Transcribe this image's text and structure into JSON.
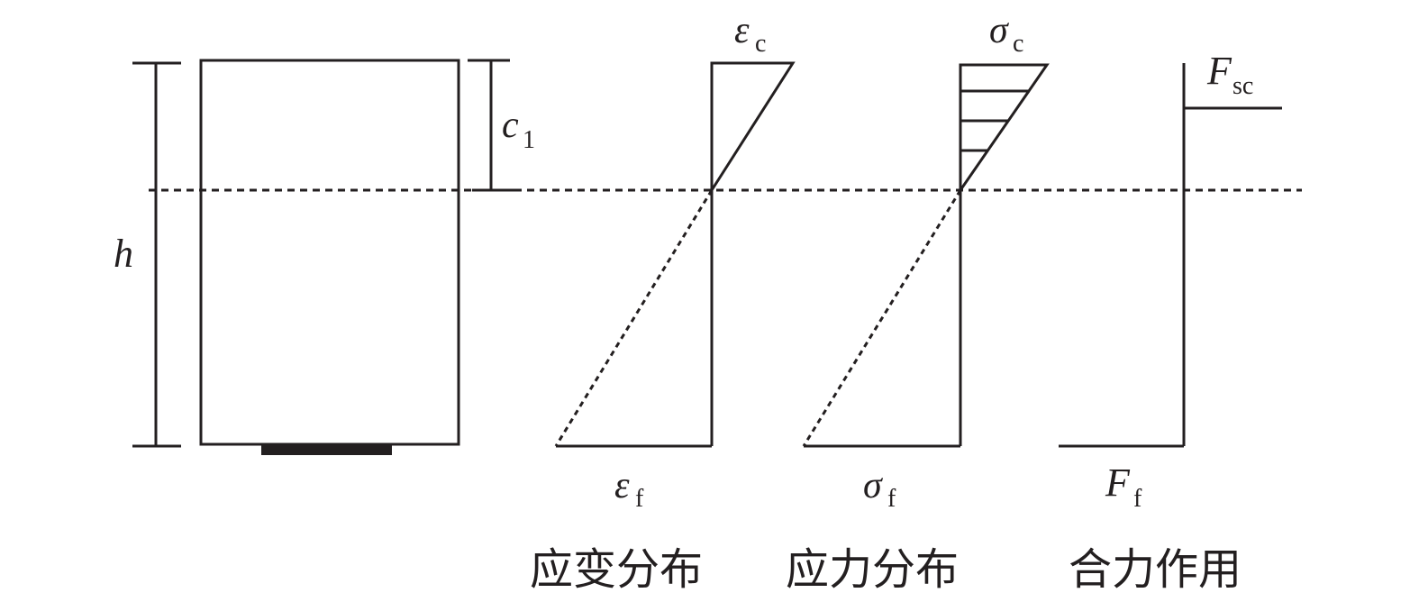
{
  "labels": {
    "h": "h",
    "c1_main": "c",
    "c1_sub": "1",
    "eps_c_main": "ε",
    "eps_c_sub": "c",
    "eps_f_main": "ε",
    "eps_f_sub": "f",
    "sigma_c_main": "σ",
    "sigma_c_sub": "c",
    "sigma_f_main": "σ",
    "sigma_f_sub": "f",
    "F_sc_main": "F",
    "F_sc_sub": "sc",
    "F_f_main": "F",
    "F_f_sub": "f"
  },
  "captions": {
    "strain": "应变分布",
    "stress": "应力分布",
    "resultant": "合力作用"
  }
}
